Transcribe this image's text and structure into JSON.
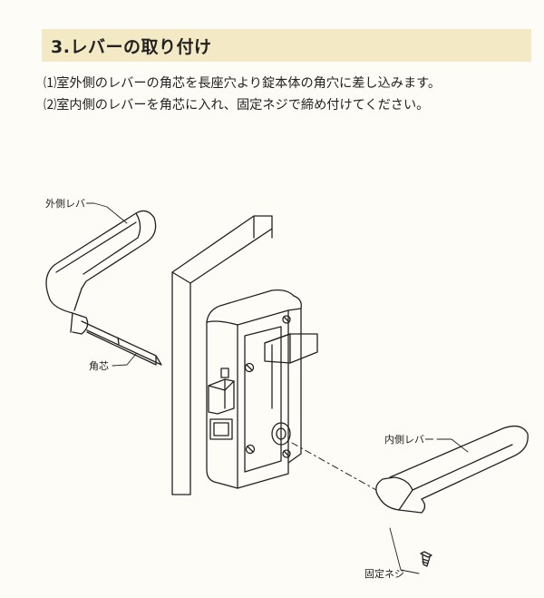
{
  "header": {
    "title": "3.レバーの取り付け"
  },
  "steps": [
    "⑴室外側のレバーの角芯を長座穴より錠本体の角穴に差し込みます。",
    "⑵室内側のレバーを角芯に入れ、固定ネジで締め付けてください。"
  ],
  "labels": {
    "outer_lever": "外側レバー",
    "spindle": "角芯",
    "inner_lever": "内側レバー",
    "set_screw": "固定ネジ"
  },
  "colors": {
    "header_bg": "#f3e9c4",
    "page_bg": "#fdfcf7",
    "line": "#222222"
  }
}
